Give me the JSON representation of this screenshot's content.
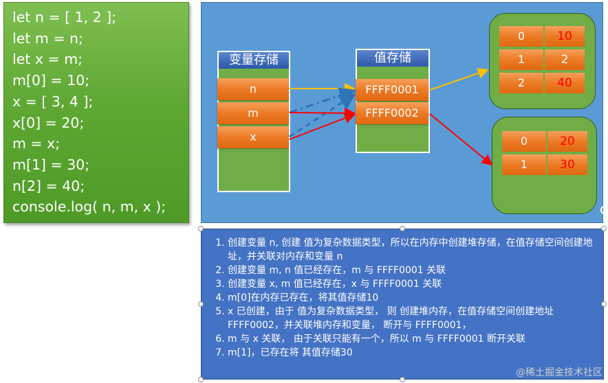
{
  "code": {
    "lines": [
      "let n = [ 1, 2 ];",
      "let m = n;",
      "let x = m;",
      "m[0] = 10;",
      "x = [ 3, 4 ];",
      "x[0] = 20;",
      "m = x;",
      "m[1] = 30;",
      "n[2] = 40;",
      "console.log( n, m, x );"
    ]
  },
  "diagram": {
    "variable_stack": {
      "title": "变量存储",
      "cells": [
        "n",
        "m",
        "x"
      ]
    },
    "value_stack": {
      "title": "值存储",
      "cells": [
        "FFFF0001",
        "FFFF0002"
      ]
    },
    "heap1": {
      "rows": [
        {
          "index": "0",
          "value": "10"
        },
        {
          "index": "1",
          "value": "2"
        },
        {
          "index": "2",
          "value": "40"
        }
      ]
    },
    "heap2": {
      "rows": [
        {
          "index": "0",
          "value": "20"
        },
        {
          "index": "1",
          "value": "30"
        }
      ]
    },
    "colors": {
      "yellow_arrow": "#ffc000",
      "red_arrow": "#ff0000",
      "dashed_arrow": "#2e75b6"
    }
  },
  "notes": {
    "items": [
      "创建变量 n, 创建 值为复杂数据类型，所以在内存中创建堆存储，在值存储空间创建地址，并关联对内存和变量 n",
      "创建变量 m, n 值已经存在，m 与 FFFF0001 关联",
      "创建变量 x, m 值已经存在，x 与 FFFF0001 关联",
      "m[0]在内存已存在，将其值存储10",
      "x 已创建，由于 值为复杂数据类型，  则 创建堆内存，在值存储空间创建地址FFFF0002，并关联堆内存和变量，  断开与 FFFF0001，",
      "m 与 x 关联，  由于关联只能有一个，所以 m 与 FFFF0001 断开关联",
      "m[1]，已存在将              其值存储30"
    ]
  },
  "watermark": "@稀土掘金技术社区"
}
